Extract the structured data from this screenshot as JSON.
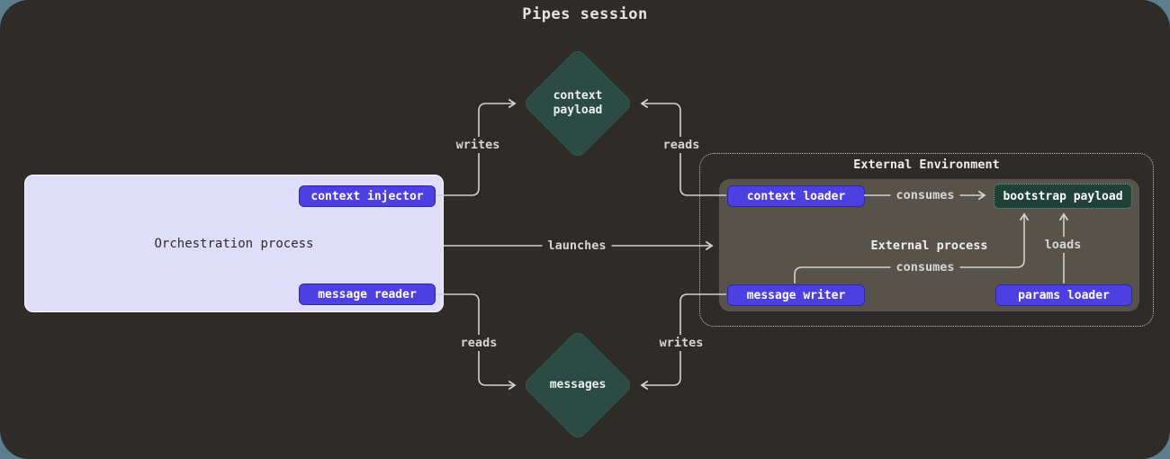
{
  "title": "Pipes session",
  "palette": {
    "page_bg": "#5d7e8e",
    "canvas_bg": "#2e2b28",
    "accent_purple": "#4c40e2",
    "diamond_teal": "#2b4b43",
    "bootstrap_teal": "#1f4138",
    "process_bg": "#57534b",
    "orchestration_bg": "#dfddfa",
    "wire": "#d3d1cd"
  },
  "nodes": {
    "context_payload": "context payload",
    "messages": "messages",
    "orchestration_process": "Orchestration process",
    "context_injector": "context injector",
    "message_reader": "message reader",
    "external_environment": "External Environment",
    "external_process": "External process",
    "context_loader": "context loader",
    "bootstrap_payload": "bootstrap payload",
    "message_writer": "message writer",
    "params_loader": "params loader"
  },
  "edges": {
    "writes_top": "writes",
    "reads_top": "reads",
    "launches": "launches",
    "reads_bottom": "reads",
    "writes_bottom": "writes",
    "consumes_top": "consumes",
    "consumes_bottom": "consumes",
    "loads": "loads"
  }
}
